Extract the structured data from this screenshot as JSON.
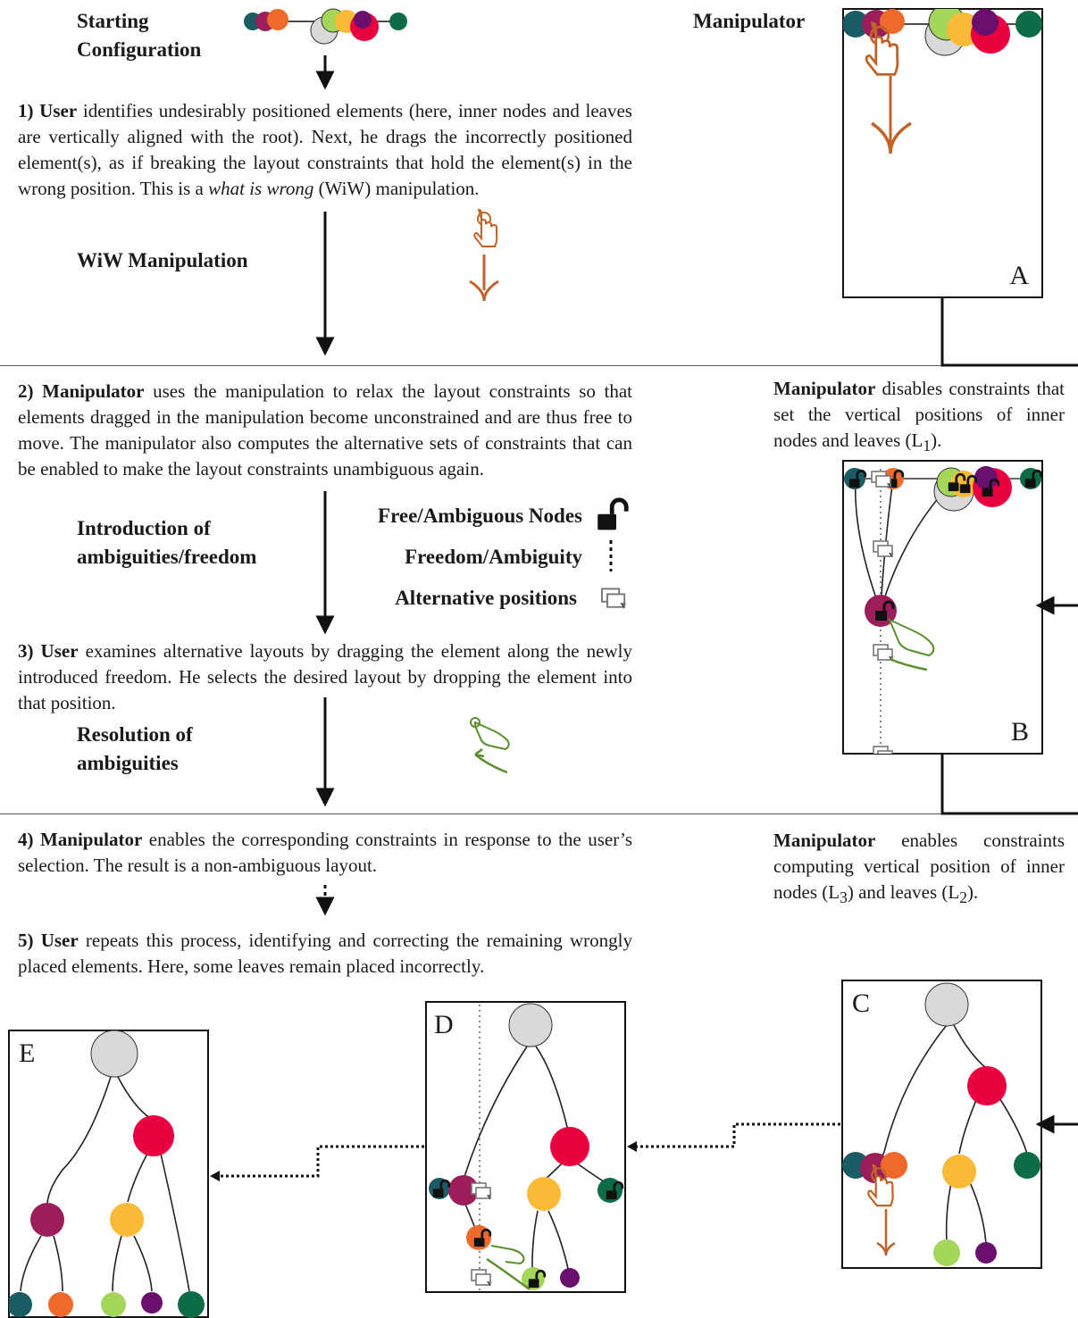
{
  "colors": {
    "grey": "#d9d9d9",
    "crimson": "#e8003f",
    "plum": "#9b1e5a",
    "orange": "#ee6a2c",
    "yellow": "#f9bb36",
    "green": "#a4d65a",
    "purple": "#6b0f6e",
    "teal": "#1b5b64",
    "darkgreen": "#0d6b45",
    "hand_orange": "#c0632a",
    "hand_green": "#5a8f2e"
  },
  "start": {
    "label_line1": "Starting",
    "label_line2": "Configuration"
  },
  "manipulator_label": "Manipulator",
  "steps": {
    "s1": {
      "actor": "1) User",
      "text_a": " identifies undesirably positioned elements (here, inner nodes and leaves are vertically aligned with the root). Next, he drags the incorrectly positioned element(s), as if breaking the layout constraints that hold the element(s) in the wrong position. This is a ",
      "em": "what is wrong",
      "text_b": " (WiW) manipulation."
    },
    "s2": {
      "actor": "2) Manipulator",
      "text": " uses the manipulation to relax  the layout constraints so that elements dragged in the manipulation become unconstrained and are thus free to move. The manipulator also computes the alternative sets of constraints that can be enabled to make the layout constraints unambiguous again."
    },
    "s3": {
      "actor": "3) User",
      "text": " examines alternative layouts by dragging the element along the newly introduced freedom. He selects the desired layout by dropping the element into that position."
    },
    "s4": {
      "actor": "4) Manipulator",
      "text": " enables the corresponding constraints in response to the user’s selection. The result is a non-ambiguous layout."
    },
    "s5": {
      "actor": "5) User",
      "text": " repeats this process, identifying and correcting the remaining wrongly placed elements. Here, some leaves remain placed incorrectly."
    }
  },
  "phase_labels": {
    "wiw": "WiW Manipulation",
    "intro_line1": "Introduction of",
    "intro_line2": "ambiguities/freedom",
    "resolution_line1": "Resolution of",
    "resolution_line2": "ambiguities"
  },
  "legend": {
    "free": "Free/Ambiguous Nodes",
    "freedom": "Freedom/Ambiguity",
    "alternative": "Alternative positions"
  },
  "right_notes": {
    "b_bold": "Manipulator",
    "b_text": " disables constraints that set the vertical  positions of inner nodes and  leaves (L",
    "b_sub": "1",
    "b_end": ").",
    "c_bold": "Manipulator",
    "c_text": " enables constraints computing vertical position of inner nodes (L",
    "c_sub1": "3",
    "c_mid": ") and  leaves (L",
    "c_sub2": "2",
    "c_end": ")."
  },
  "panels": {
    "a": "A",
    "b": "B",
    "c": "C",
    "d": "D",
    "e": "E"
  }
}
